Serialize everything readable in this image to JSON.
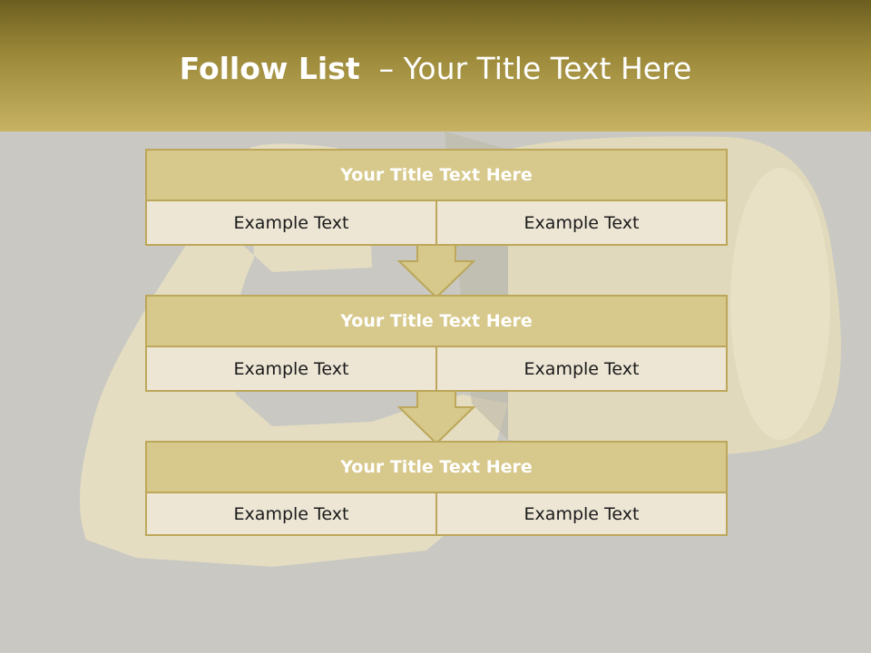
{
  "header": {
    "title_bold": "Follow List",
    "title_rest": "  – Your Title Text Here"
  },
  "blocks": [
    {
      "title": "Your Title Text Here",
      "left": "Example Text",
      "right": "Example Text"
    },
    {
      "title": "Your Title Text Here",
      "left": "Example Text",
      "right": "Example Text"
    },
    {
      "title": "Your Title Text Here",
      "left": "Example Text",
      "right": "Example Text"
    }
  ],
  "colors": {
    "header_dark": "#6c5e20",
    "header_light": "#c7b263",
    "title_fill": "#d7c88b",
    "cell_fill": "#ede6d5",
    "border": "#bca75a",
    "background": "#c9c8c2"
  }
}
